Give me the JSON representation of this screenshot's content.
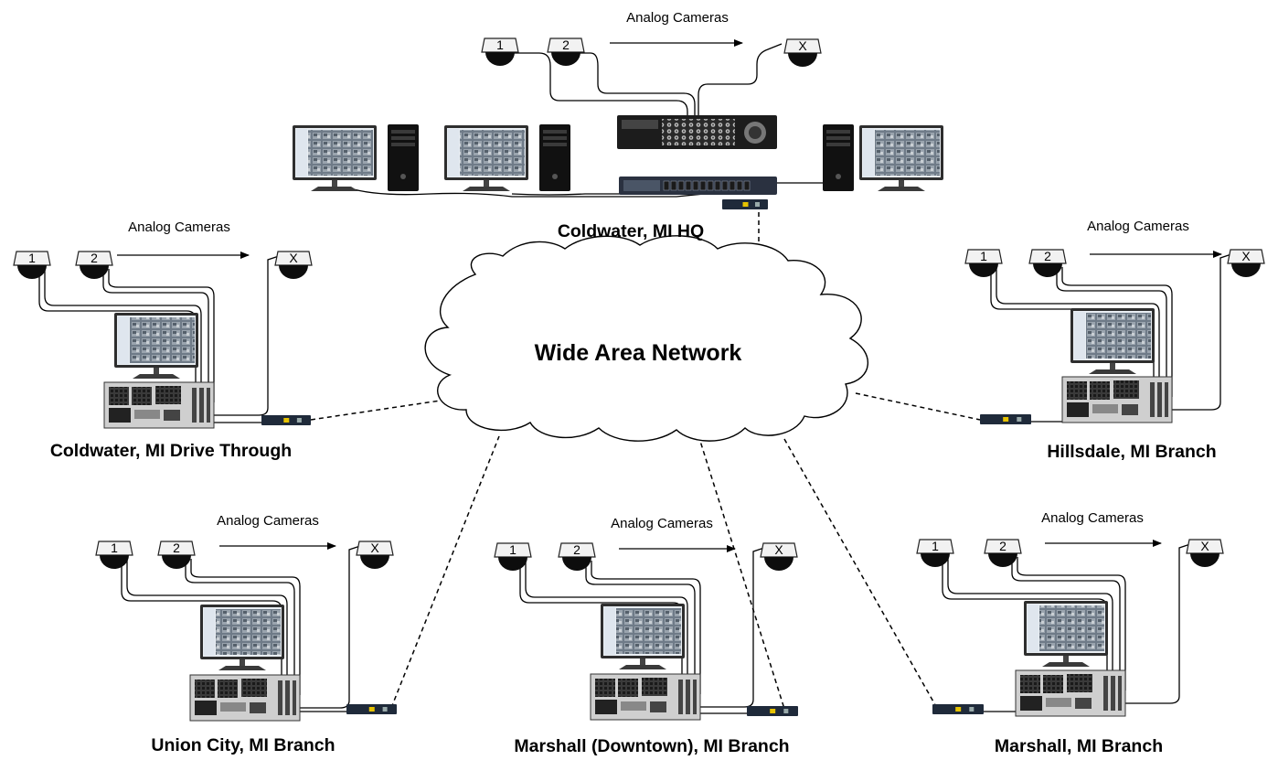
{
  "diagram": {
    "wan_title": "Wide Area Network",
    "analog_label": "Analog Cameras",
    "camera_labels": [
      "1",
      "2",
      "X"
    ],
    "sites": {
      "hq": {
        "name": "Coldwater, MI HQ"
      },
      "drive_through": {
        "name": "Coldwater, MI Drive Through"
      },
      "hillsdale": {
        "name": "Hillsdale, MI Branch"
      },
      "union_city": {
        "name": "Union City, MI Branch"
      },
      "marshall_downtown": {
        "name": "Marshall (Downtown), MI Branch"
      },
      "marshall": {
        "name": "Marshall, MI Branch"
      }
    }
  }
}
